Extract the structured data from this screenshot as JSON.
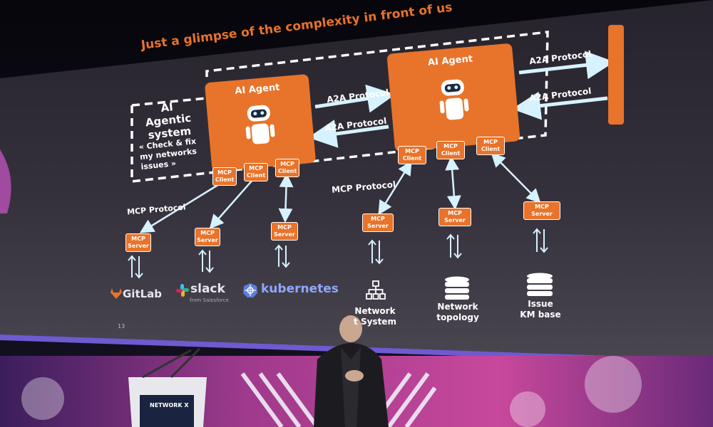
{
  "slide": {
    "title": "Just a glimpse of the complexity in front of us",
    "page_number": "13",
    "system": {
      "title_line1": "AI Agentic",
      "title_line2": "system",
      "task_line1": "« Check & fix",
      "task_line2": "my networks",
      "task_line3": "issues »"
    },
    "agent_left": {
      "title": "AI Agent",
      "clients": [
        "MCP Client",
        "MCP Client",
        "MCP Client"
      ]
    },
    "agent_right": {
      "title": "AI Agent",
      "clients": [
        "MCP Client",
        "MCP Client",
        "MCP Client"
      ]
    },
    "protocols": {
      "a2a_top": "A2A Protocol",
      "a2a_bottom": "A2A Protocol",
      "a2a_right_top": "A2A Protocol",
      "a2a_right_bottom": "A2A Protocol",
      "mcp_left": "MCP Protocol",
      "mcp_right": "MCP Protocol"
    },
    "servers_left": [
      "MCP Server",
      "MCP Server",
      "MCP Server"
    ],
    "servers_right": [
      "MCP Server",
      "MCP Server",
      "MCP Server"
    ],
    "tools": {
      "gitlab": "GitLab",
      "slack": "slack",
      "slack_sub": "from Salesforce",
      "kubernetes": "kubernetes"
    },
    "resources": {
      "network_line1": "Network",
      "network_line2": "t System",
      "topology_line1": "Network",
      "topology_line2": "topology",
      "issue_line1": "Issue",
      "issue_line2": "KM base"
    }
  },
  "stage": {
    "podium_logo": "NETWORK X"
  },
  "icons": [
    "robot-icon",
    "gitlab-icon",
    "slack-icon",
    "kubernetes-icon",
    "hierarchy-icon",
    "database-icon",
    "updown-arrow-icon"
  ],
  "colors": {
    "slide_bg": "#2d2a33",
    "accent_orange": "#e8732a",
    "arrow_light": "#d6f2ff",
    "stage_pink": "#c7489c",
    "stage_purple": "#3a1e5c"
  }
}
